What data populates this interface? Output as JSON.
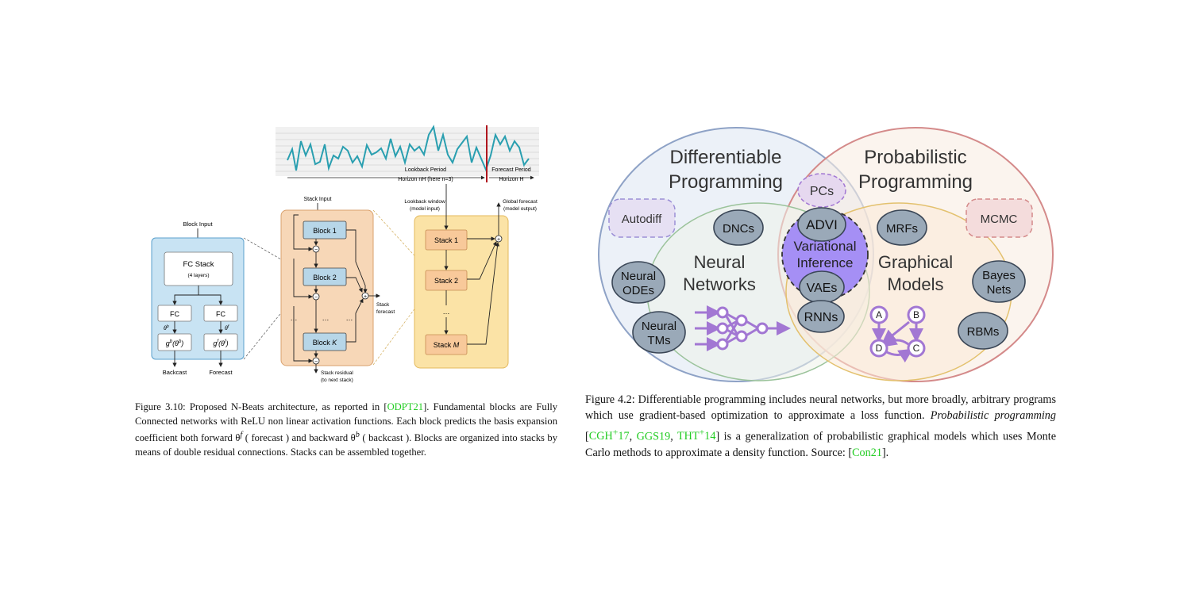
{
  "nbeats": {
    "block_input": "Block Input",
    "fc_stack": "FC Stack",
    "fc_stack_sub": "(4 layers)",
    "fc": "FC",
    "theta_b": "θ",
    "theta_b_sup": "b",
    "theta_f": "θ",
    "theta_f_sup": "f",
    "g_b": "g",
    "g_b_sup": "b",
    "g_b_arg": "(θ",
    "g_b_arg_sup": "b",
    "g_b_close": ")",
    "g_f": "g",
    "g_f_sup": "f",
    "g_f_arg": "(θ",
    "g_f_arg_sup": "f",
    "g_f_close": ")",
    "backcast": "Backcast",
    "forecast": "Forecast",
    "stack_input": "Stack Input",
    "block_1": "Block 1",
    "block_2": "Block 2",
    "block_k": "Block ",
    "block_k_var": "K",
    "dots": "…",
    "stack_forecast_1": "Stack",
    "stack_forecast_2": "forecast",
    "stack_residual_1": "Stack residual",
    "stack_residual_2": "(to next stack)",
    "lookback_period_1": "Lookback Period",
    "lookback_period_2": "Horizon nH (here n=3)",
    "forecast_period_1": "Forecast Period",
    "forecast_period_2": "Horizon H",
    "lookback_window_1": "Lookback window",
    "lookback_window_2": "(model input)",
    "global_forecast_1": "Global forecast",
    "global_forecast_2": "(model output)",
    "stack_1": "Stack 1",
    "stack_2": "Stack 2",
    "stack_m": "Stack ",
    "stack_m_var": "M",
    "minus": "−",
    "plus": "+"
  },
  "caption_left": {
    "p1": "Figure 3.10: Proposed N-Beats architecture, as reported in [",
    "cite1": "ODPT21",
    "p2": "]. Fundamental blocks are Fully Connected networks with ReLU non linear activation functions. Each block predicts the basis expansion coefficient both forward θ",
    "sup_f": "f",
    "p3": " ( forecast ) and backward θ",
    "sup_b": "b",
    "p4": " ( backcast ). Blocks are organized into stacks by means of double residual connections. Stacks can be assembled together."
  },
  "venn": {
    "title_left_1": "Differentiable",
    "title_left_2": "Programming",
    "title_right_1": "Probabilistic",
    "title_right_2": "Programming",
    "neural_1": "Neural",
    "neural_2": "Networks",
    "graphical_1": "Graphical",
    "graphical_2": "Models",
    "variational_1": "Variational",
    "variational_2": "Inference",
    "autodiff": "Autodiff",
    "dncs": "DNCs",
    "neural_odes_1": "Neural",
    "neural_odes_2": "ODEs",
    "neural_tms_1": "Neural",
    "neural_tms_2": "TMs",
    "pcs": "PCs",
    "advi": "ADVI",
    "vaes": "VAEs",
    "rnns": "RNNs",
    "mrfs": "MRFs",
    "mcmc": "MCMC",
    "bayes_1": "Bayes",
    "bayes_2": "Nets",
    "rbms": "RBMs",
    "node_a": "A",
    "node_b": "B",
    "node_c": "C",
    "node_d": "D",
    "colors": {
      "dp_fill": "#e9eef7",
      "pp_fill": "#f9ece3",
      "purple": "#a277d3",
      "vi_fill": "#a58ff5",
      "node_fill": "#9aa9b8"
    }
  },
  "caption_right": {
    "p1": "Figure 4.2: Differentiable programming includes neural networks, but more broadly, arbitrary programs which use gradient-based optimization to approximate a loss function. ",
    "italic": "Probabilistic programming",
    "p2": " [",
    "cite1": "CGH",
    "cite1_sup": "+",
    "cite1_end": "17",
    "sep1": ", ",
    "cite2": "GGS19",
    "sep2": ", ",
    "cite3": "THT",
    "cite3_sup": "+",
    "cite3_end": "14",
    "p3": "] is a generalization of probabilistic graphical models which uses Monte Carlo methods to approximate a density function. Source: [",
    "cite4": "Con21",
    "p4": "]."
  }
}
